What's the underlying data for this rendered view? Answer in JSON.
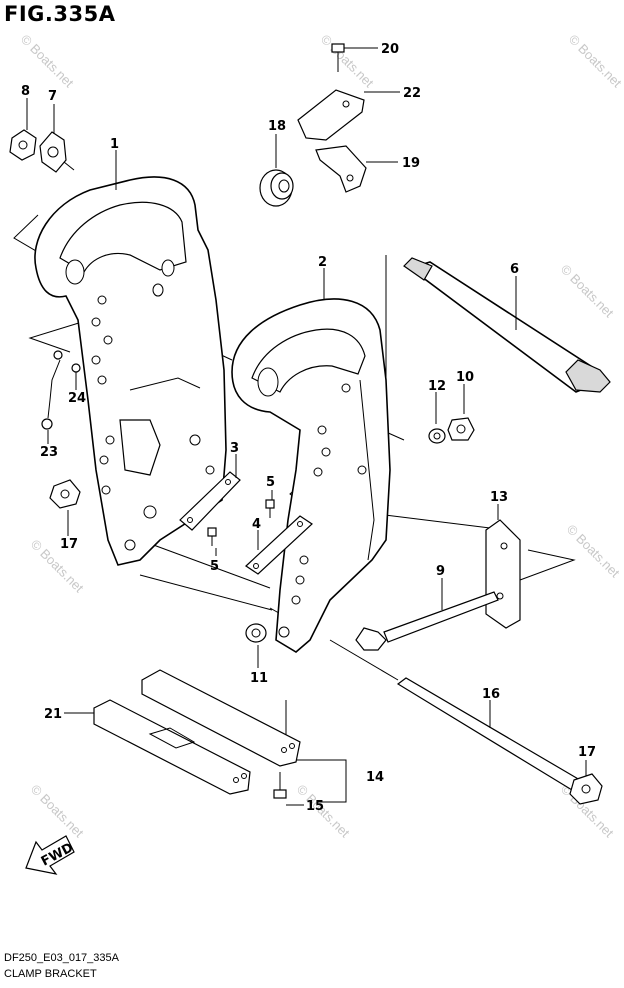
{
  "title": "FIG.335A",
  "diagram_code": "DF250_E03_017_335A",
  "caption": "CLAMP BRACKET",
  "watermark": "© Boats.net",
  "fwd_label": "FWD",
  "labels": {
    "l1": "1",
    "l2": "2",
    "l3": "3",
    "l4": "4",
    "l5a": "5",
    "l5b": "5",
    "l6": "6",
    "l7": "7",
    "l8": "8",
    "l9": "9",
    "l10": "10",
    "l11": "11",
    "l12": "12",
    "l13": "13",
    "l14": "14",
    "l15": "15",
    "l16": "16",
    "l17a": "17",
    "l17b": "17",
    "l18": "18",
    "l19": "19",
    "l20": "20",
    "l21": "21",
    "l22": "22",
    "l23": "23",
    "l24": "24"
  }
}
